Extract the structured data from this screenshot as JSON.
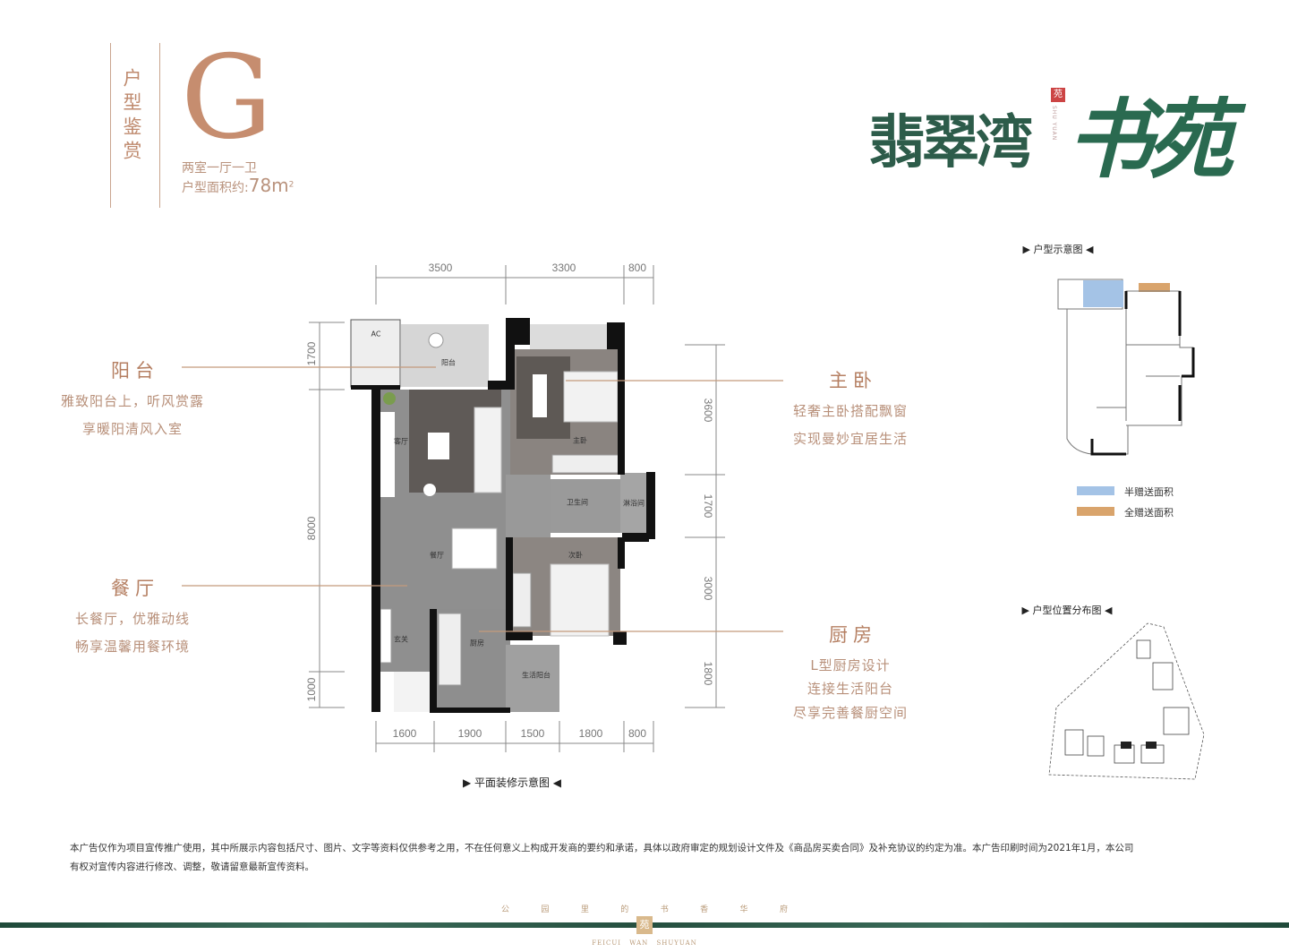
{
  "header": {
    "section_title": "户型鉴赏",
    "unit_letter": "G",
    "layout": "两室一厅一卫",
    "area_label": "户型面积约:",
    "area_value": "78m",
    "area_sup": "2"
  },
  "brand": {
    "name_part1": "翡翠湾",
    "name_part2": "书苑",
    "seal_char": "苑",
    "seal_text": "SHU YUAN"
  },
  "dimensions": {
    "top": [
      "3500",
      "3300",
      "800"
    ],
    "bottom": [
      "1600",
      "1900",
      "1500",
      "1800",
      "800"
    ],
    "left": [
      "1700",
      "8000",
      "1000"
    ],
    "right": [
      "3600",
      "1700",
      "3000",
      "1800"
    ]
  },
  "rooms": {
    "balcony": "阳台",
    "living": "客厅",
    "master": "主卧",
    "bath": "卫生间",
    "shower": "淋浴间",
    "dining": "餐厅",
    "second": "次卧",
    "entry": "玄关",
    "kitchen": "厨房",
    "utility_balcony": "生活阳台",
    "ac": "AC"
  },
  "callouts": [
    {
      "title": "阳台",
      "lines": [
        "雅致阳台上，听风赏露",
        "享暖阳清风入室"
      ]
    },
    {
      "title": "餐厅",
      "lines": [
        "长餐厅，优雅动线",
        "畅享温馨用餐环境"
      ]
    },
    {
      "title": "主卧",
      "lines": [
        "轻奢主卧搭配飘窗",
        "实现曼妙宜居生活"
      ]
    },
    {
      "title": "厨房",
      "lines": [
        "L型厨房设计",
        "连接生活阳台",
        "尽享完善餐厨空间"
      ]
    }
  ],
  "plan_caption": "▶ 平面装修示意图 ◀",
  "schematic": {
    "title": "▶ 户型示意图 ◀",
    "legend": [
      {
        "label": "半赠送面积",
        "color": "#a4c3e6"
      },
      {
        "label": "全赠送面积",
        "color": "#d9a46c"
      }
    ]
  },
  "site": {
    "title": "▶ 户型位置分布图 ◀"
  },
  "disclaimer": [
    "本广告仅作为项目宣传推广使用，其中所展示内容包括尺寸、图片、文字等资料仅供参考之用，不在任何意义上构成开发商的要约和承诺，具体以政府审定的规划设计文件及《商品房买卖合同》及补充协议的约定为准。本广告印刷时间为2021年1月，本公司",
    "有权对宣传内容进行修改、调整，敬请留意最新宣传资料。"
  ],
  "footer": {
    "slogan": [
      "公",
      "园",
      "里",
      "的",
      "书",
      "香",
      "华",
      "府"
    ],
    "seal_char": "苑",
    "english": "FEICUI WAN SHUYUAN"
  }
}
